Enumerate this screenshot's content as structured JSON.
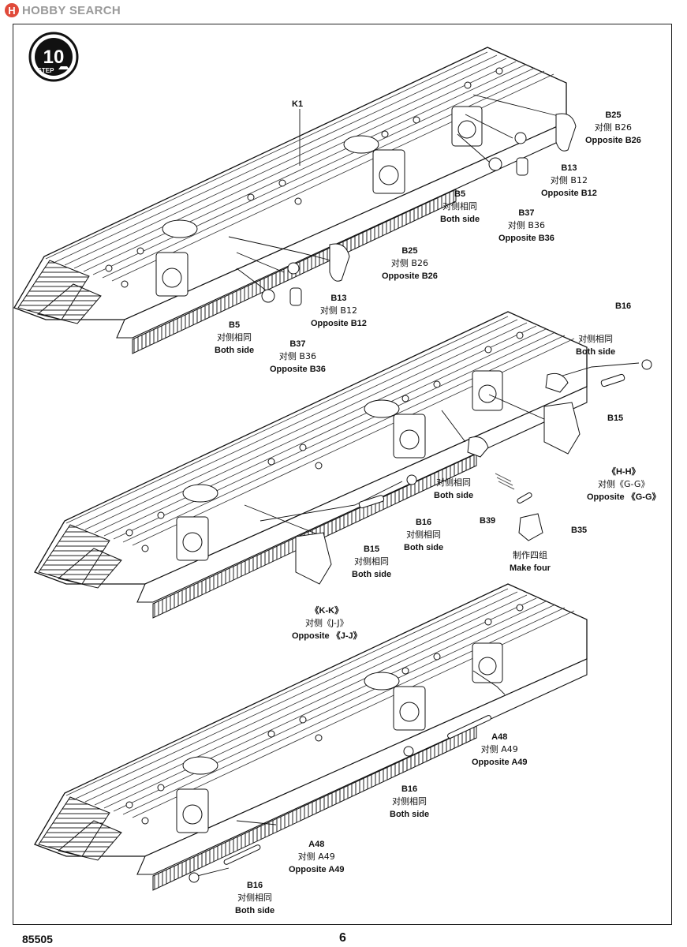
{
  "watermark": {
    "logo_letter": "H",
    "text": "HOBBY SEARCH"
  },
  "step": {
    "number": "10",
    "label": "STEP"
  },
  "parts": {
    "k1": "K1"
  },
  "callouts": {
    "top_b25": [
      "B25",
      "对侧 B26",
      "Opposite B26"
    ],
    "top_b13": [
      "B13",
      "对侧 B12",
      "Opposite B12"
    ],
    "top_b5": [
      "B5",
      "对侧相同",
      "Both side"
    ],
    "top_b37": [
      "B37",
      "对侧 B36",
      "Opposite B36"
    ],
    "mid_b25": [
      "B25",
      "对侧 B26",
      "Opposite B26"
    ],
    "mid_b13": [
      "B13",
      "对侧 B12",
      "Opposite B12"
    ],
    "mid_b5": [
      "B5",
      "对侧相同",
      "Both side"
    ],
    "mid_b37": [
      "B37",
      "对侧 B36",
      "Opposite B36"
    ],
    "s2_b16_right": [
      "B16"
    ],
    "s2_both_right": [
      "对侧相同",
      "Both side"
    ],
    "s2_b15_right": [
      "B15"
    ],
    "s2_hh": [
      "《H-H》",
      "对侧《G-G》",
      "Opposite 《G-G》"
    ],
    "s2_both_mid": [
      "对侧相同",
      "Both side"
    ],
    "s2_b16_mid": [
      "B16",
      "对侧相同",
      "Both side"
    ],
    "s2_b15_mid": [
      "B15",
      "对侧相同",
      "Both side"
    ],
    "s2_kk": [
      "《K-K》",
      "对侧《J-J》",
      "Opposite 《J-J》"
    ],
    "s2_b39": [
      "B39"
    ],
    "s2_b35": [
      "B35"
    ],
    "s2_make_four": [
      "制作四组",
      "Make  four"
    ],
    "s3_a48_right": [
      "A48",
      "对侧 A49",
      "Opposite A49"
    ],
    "s3_b16_right": [
      "B16",
      "对侧相同",
      "Both side"
    ],
    "s3_a48_left": [
      "A48",
      "对侧 A49",
      "Opposite A49"
    ],
    "s3_b16_left": [
      "B16",
      "对侧相同",
      "Both side"
    ]
  },
  "footer": {
    "model_number": "85505",
    "page_number": "6"
  }
}
